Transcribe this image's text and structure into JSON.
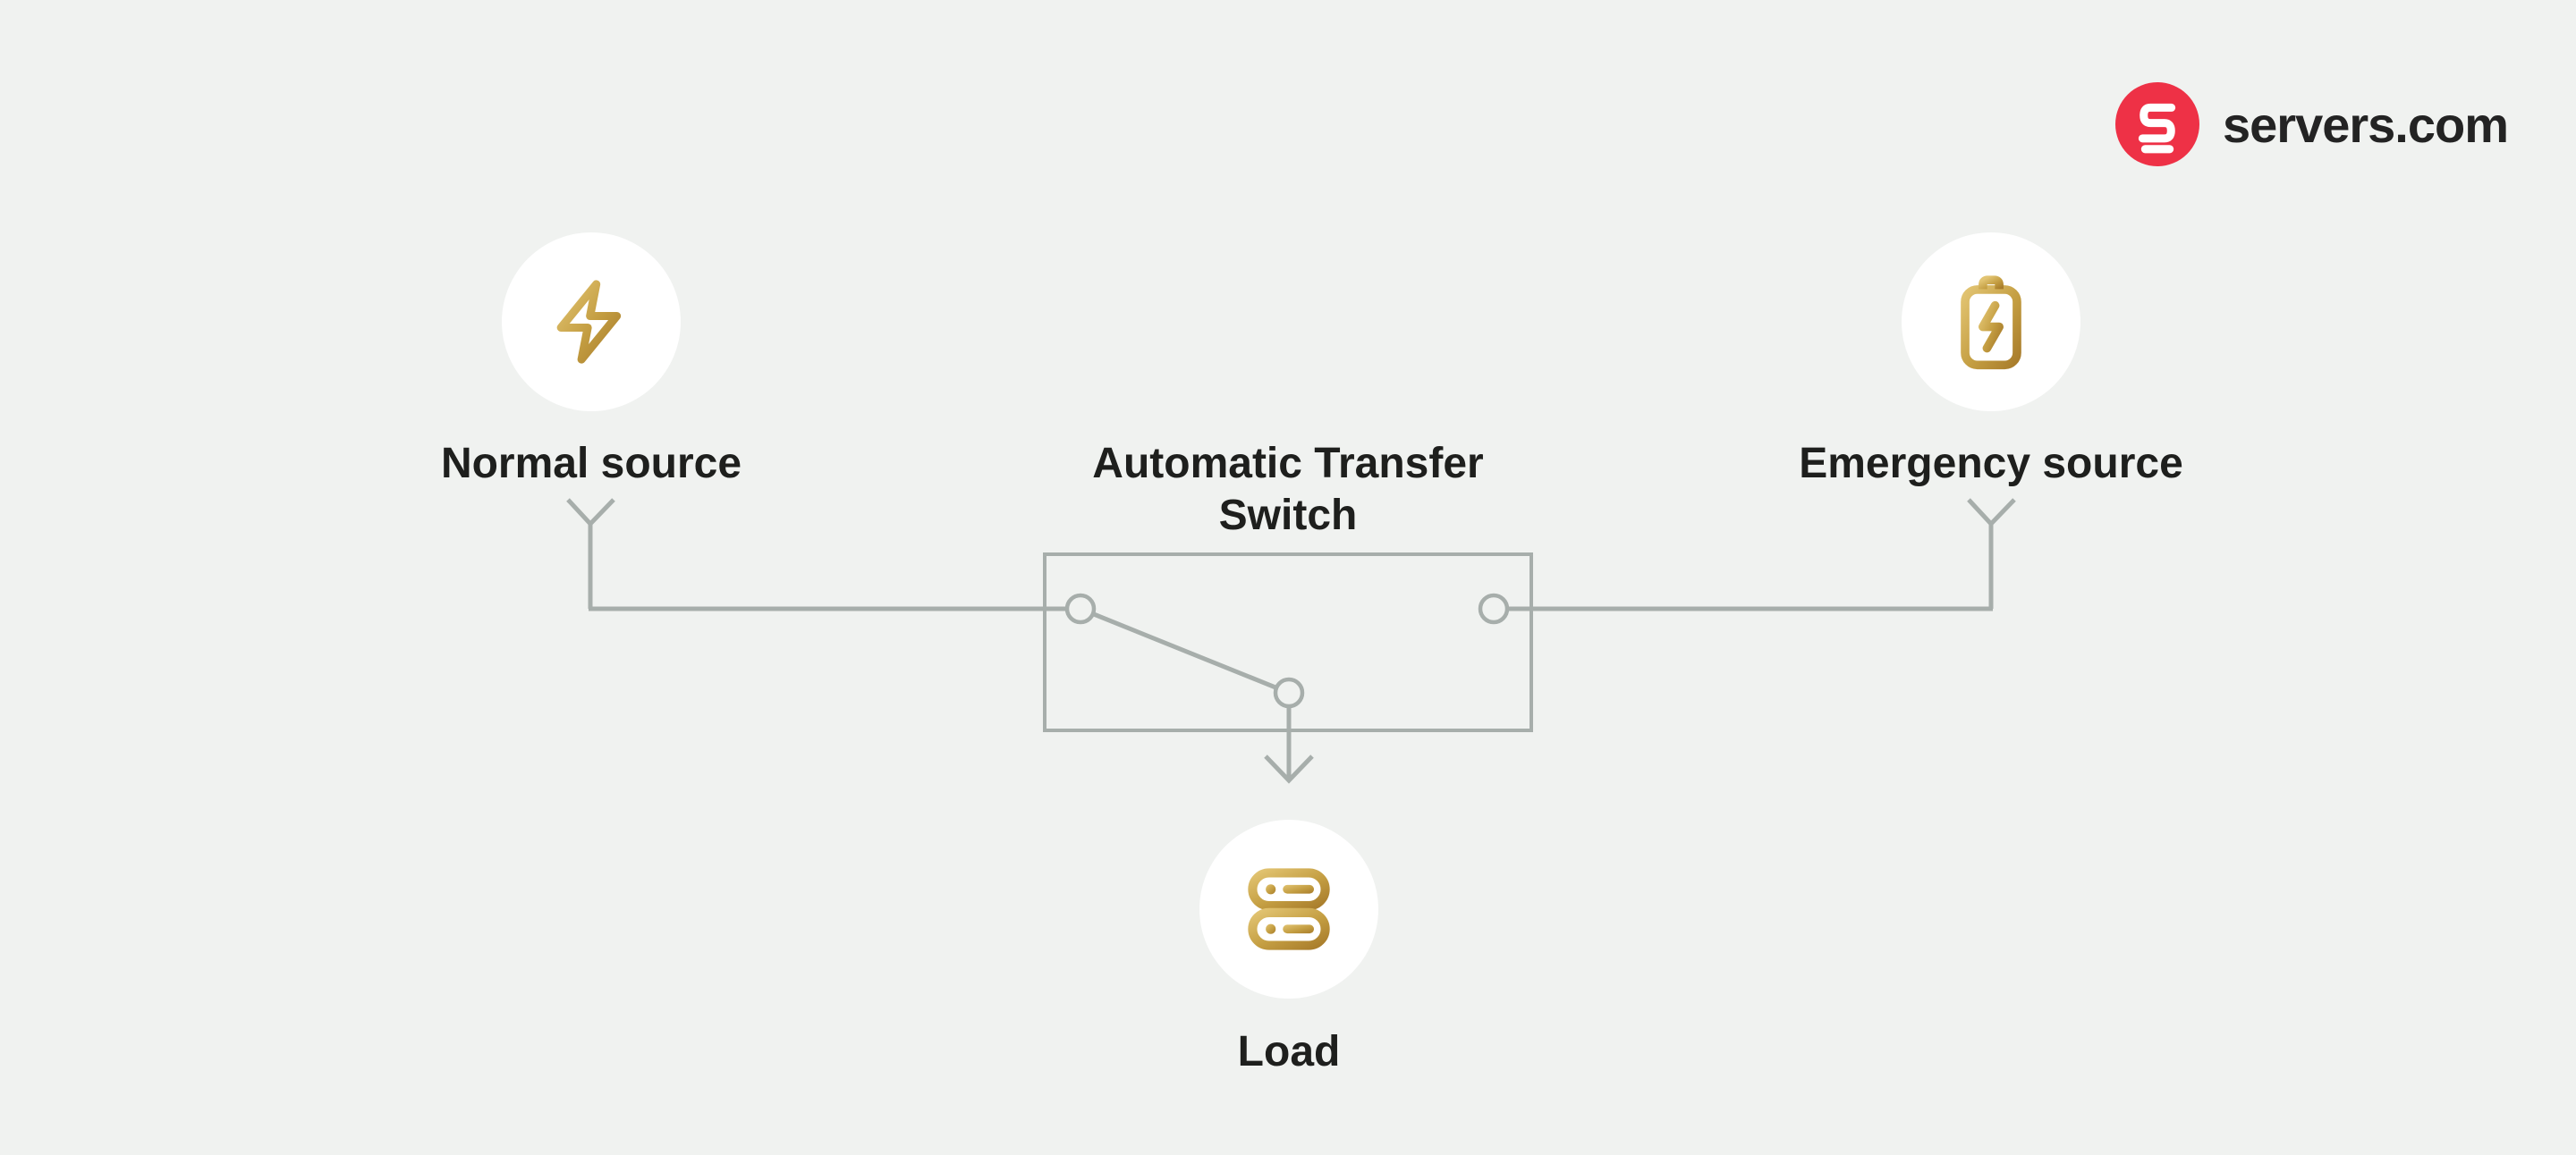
{
  "brand": {
    "name": "servers.com",
    "logo_icon": "servers-logo-icon"
  },
  "diagram": {
    "normal": {
      "label": "Normal source",
      "icon": "lightning-bolt-icon"
    },
    "ats": {
      "line1": "Automatic Transfer",
      "line2": "Switch"
    },
    "emergency": {
      "label": "Emergency source",
      "icon": "battery-charging-icon"
    },
    "load": {
      "label": "Load",
      "icon": "server-stack-icon"
    }
  },
  "colors": {
    "background": "#f0f2f0",
    "line": "#a7aeab",
    "text": "#1e1f1d",
    "node_fill": "#ffffff",
    "brand_red": "#ee3146",
    "wordmark": "#232323",
    "gold_light": "#e2c472",
    "gold_mid": "#c49e42",
    "gold_dark": "#a87c2b"
  }
}
